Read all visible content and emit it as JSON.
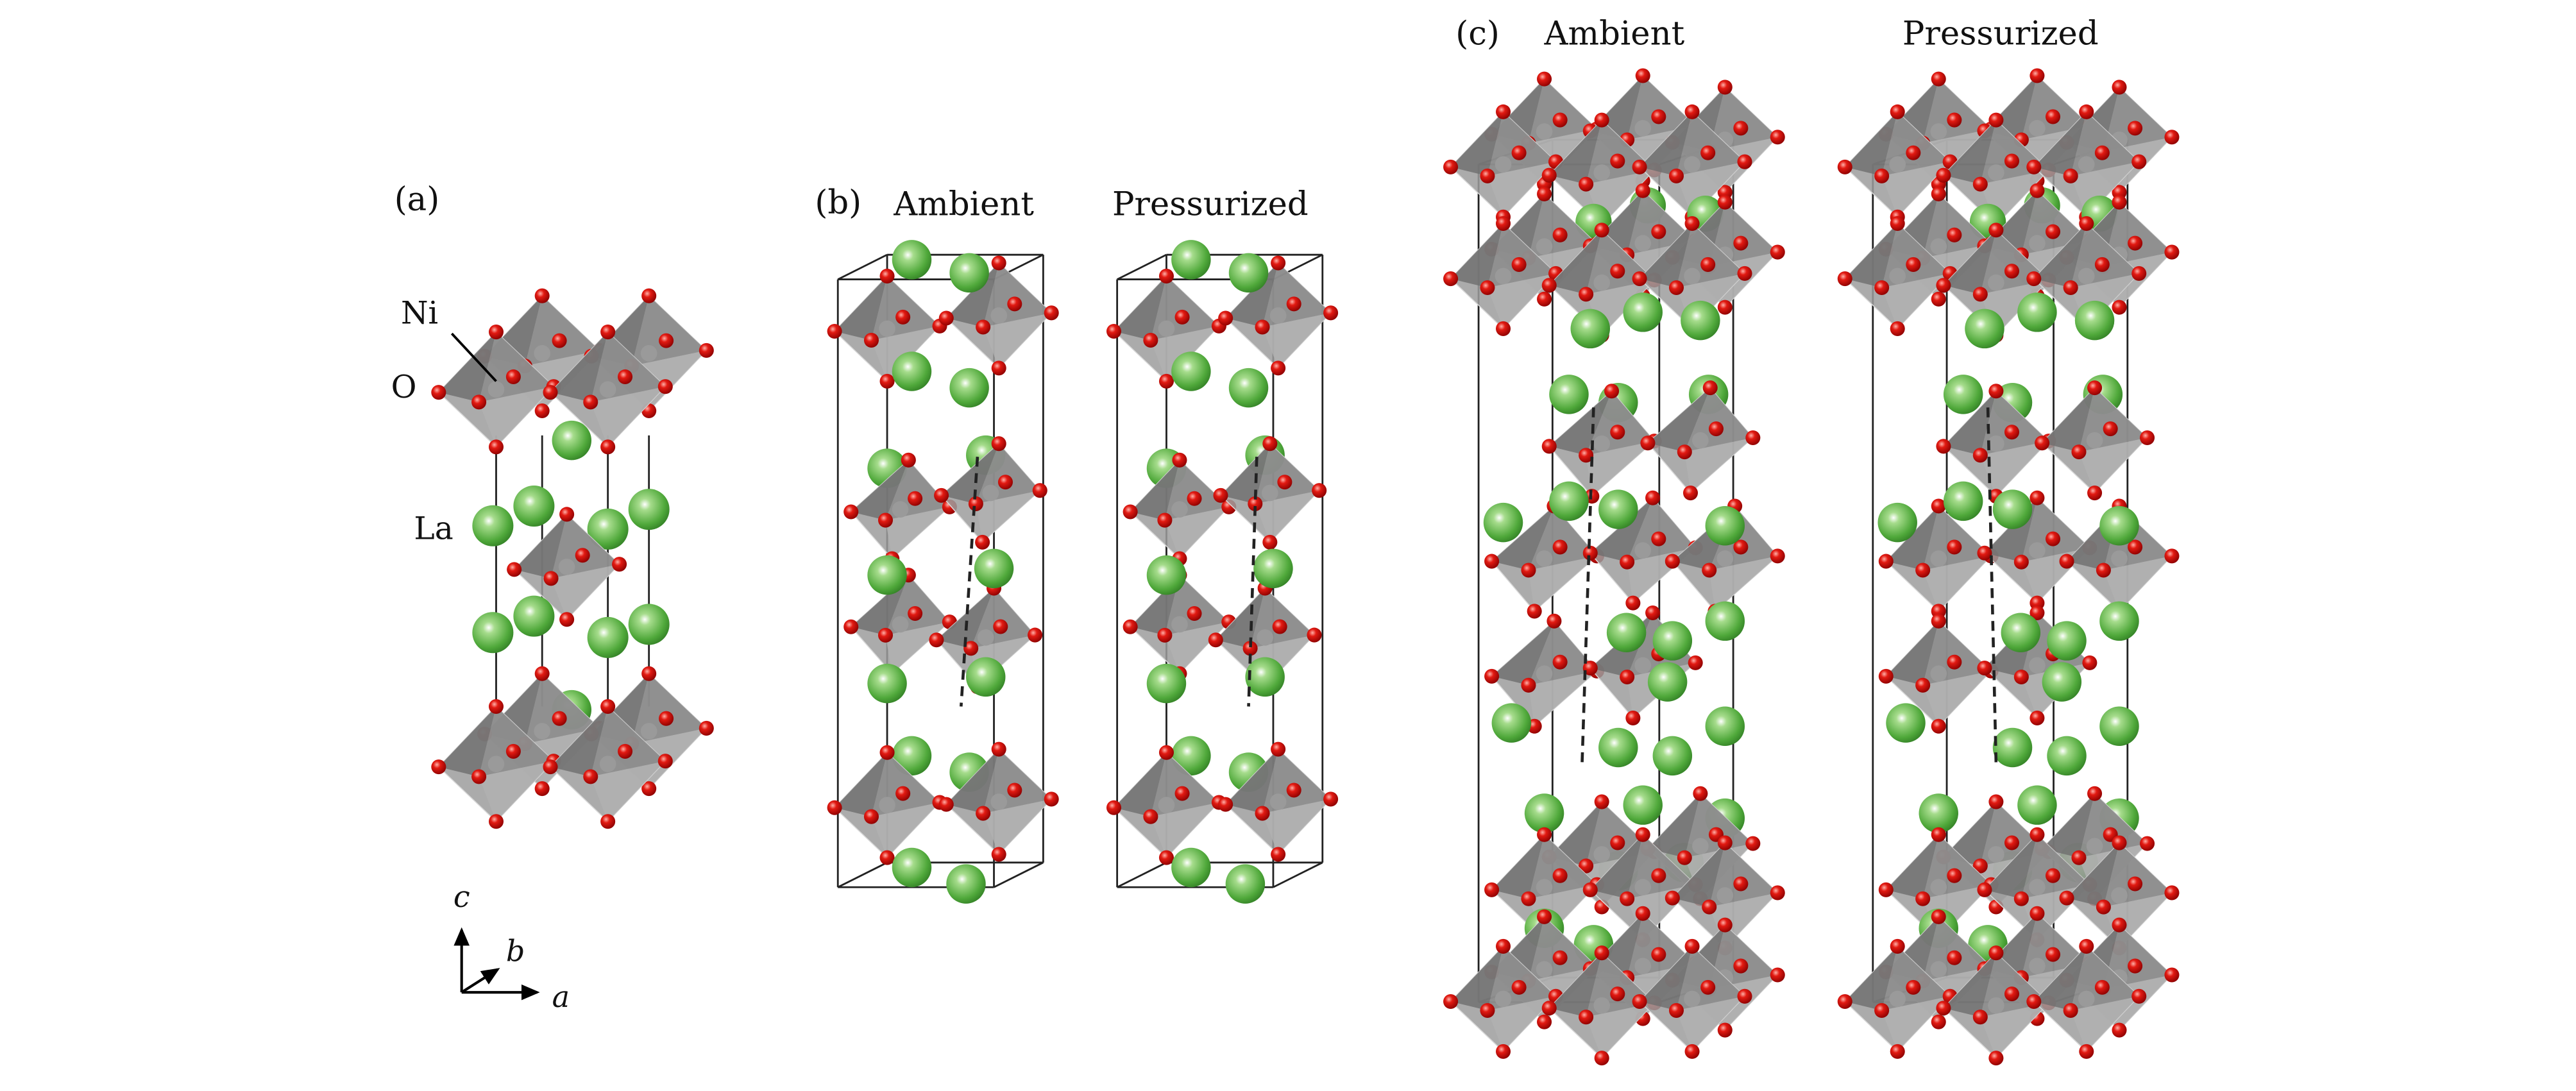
{
  "panel_a": {
    "label": "(a)",
    "atom_labels": {
      "ni": "Ni",
      "o": "O",
      "la": "La"
    },
    "axes": {
      "c": "c",
      "b": "b",
      "a": "a"
    }
  },
  "panel_b": {
    "label": "(b)",
    "left_title": "Ambient",
    "right_title": "Pressurized"
  },
  "panel_c": {
    "label": "(c)",
    "left_title": "Ambient",
    "right_title": "Pressurized"
  },
  "colors": {
    "oxygen": "#d01010",
    "lanthanum": "#4fa83a",
    "octahedron": "#8f8f8f",
    "cell": "#222222"
  }
}
